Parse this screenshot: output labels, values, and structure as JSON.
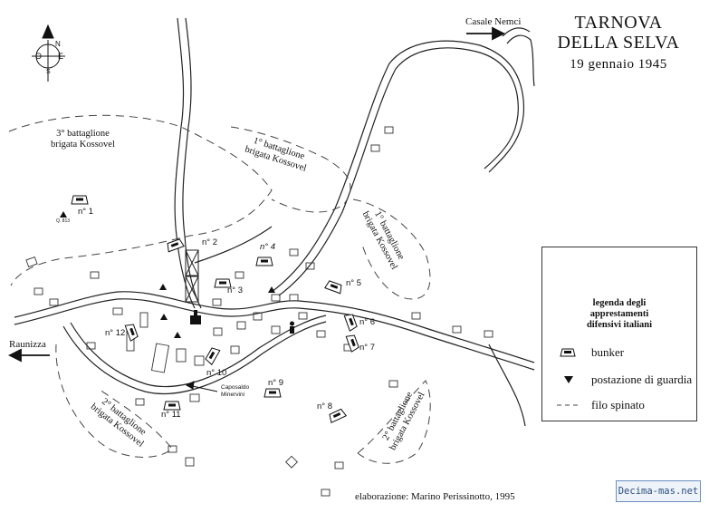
{
  "title": {
    "line1": "TARNOVA",
    "line2": "DELLA SELVA",
    "date": "19  gennaio 1945"
  },
  "compass": {
    "n": "N",
    "s": "S",
    "e": "E",
    "o": "O"
  },
  "directions": {
    "east": "Casale Nemci",
    "west": "Raunizza"
  },
  "battalions": {
    "b3": [
      "3° battaglione",
      "brigata Kossovel"
    ],
    "b1a": [
      "1° battaglione",
      "brigata Kossovel"
    ],
    "b1b": [
      "1° battaglione",
      "brigata Kossovel"
    ],
    "b2a": [
      "2° battaglione",
      "brigata Kossovel"
    ],
    "b2b": [
      "2° battaglione",
      "brigata Kossovel"
    ]
  },
  "bunkers": {
    "n1": "n° 1",
    "n2": "n° 2",
    "n3": "n° 3",
    "n4": "n° 4",
    "n5": "n° 5",
    "n6": "n° 6",
    "n7": "n° 7",
    "n8": "n° 8",
    "n9": "n° 9",
    "n10": "n° 10",
    "n11": "n° 11",
    "n12": "n° 12"
  },
  "spot_height": "Q. 813",
  "caposaldo": [
    "Caposaldo",
    "Minervini"
  ],
  "legend": {
    "heading": [
      "legenda degli",
      "apprestamenti",
      "difensivi italiani"
    ],
    "items": [
      "bunker",
      "postazione di guardia",
      "filo spinato"
    ]
  },
  "credit": "elaborazione: Marino Perissinotto, 1995",
  "watermark": "Decima-mas.net"
}
